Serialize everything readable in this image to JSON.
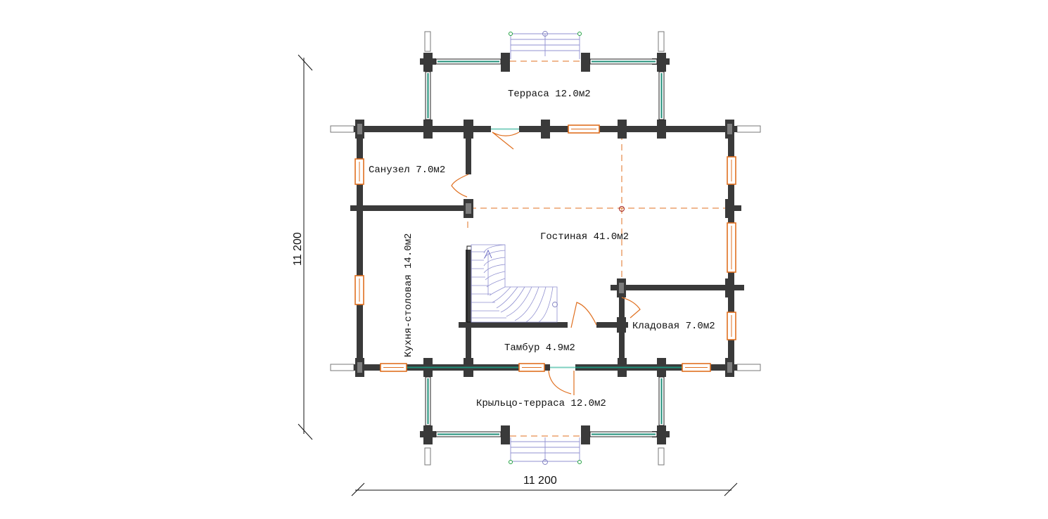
{
  "rooms": {
    "terrace_top": "Терраса 12.0м2",
    "bathroom": "Санузел 7.0м2",
    "living_room": "Гостиная 41.0м2",
    "kitchen_dining": "Кухня-столовая 14.0м2",
    "storage": "Кладовая 7.0м2",
    "vestibule": "Тамбур 4.9м2",
    "porch_terrace": "Крыльцо-терраса 12.0м2"
  },
  "dimensions": {
    "width": "11 200",
    "height": "11 200"
  },
  "colors": {
    "walls": "#3a3a3a",
    "windows": "#e07020",
    "glazing": "#1f8f78",
    "axes": "#e07020",
    "stairs": "#9090d0"
  }
}
